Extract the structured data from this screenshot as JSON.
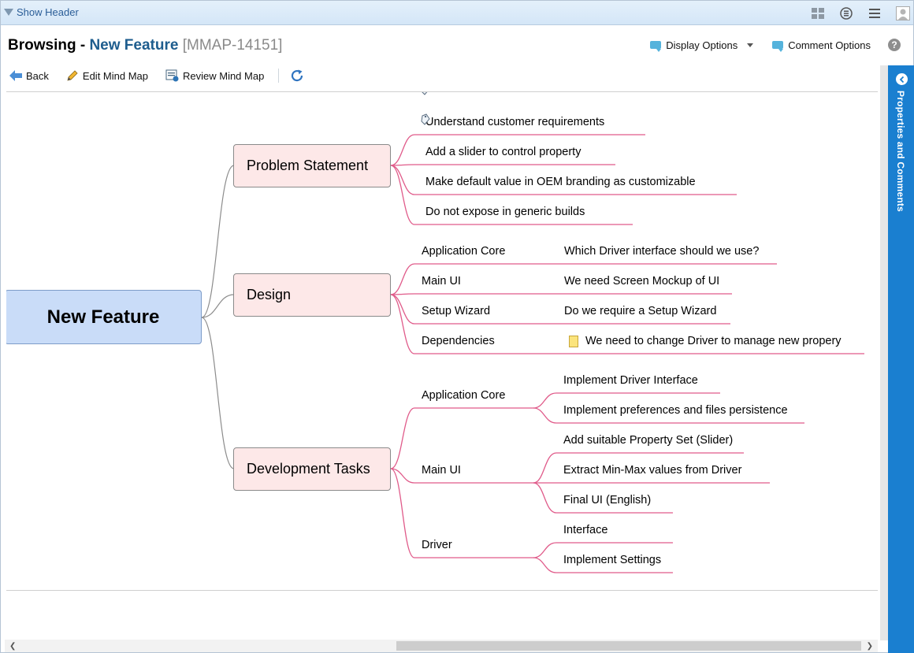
{
  "header": {
    "show_header_label": "Show Header",
    "icons": [
      "grid-icon",
      "list-circle-icon",
      "hamburger-menu-icon",
      "user-avatar-icon"
    ]
  },
  "title": {
    "prefix": "Browsing - ",
    "feature": "New Feature",
    "key": "[MMAP-14151]"
  },
  "options": {
    "display_options": "Display Options",
    "comment_options": "Comment Options",
    "help": "?"
  },
  "toolbar": {
    "back": "Back",
    "edit": "Edit Mind Map",
    "review": "Review Mind Map"
  },
  "mindmap": {
    "root": "New Feature",
    "problem_statement": {
      "label": "Problem Statement",
      "items": [
        "Understand customer requirements",
        "Add a slider to control property",
        "Make default value in OEM branding as customizable",
        "Do not expose in generic builds"
      ]
    },
    "design": {
      "label": "Design",
      "items": [
        {
          "label": "Application Core",
          "child": "Which Driver interface should we use?"
        },
        {
          "label": "Main UI",
          "child": "We need Screen Mockup of UI"
        },
        {
          "label": "Setup Wizard",
          "child": "Do we require a Setup Wizard"
        },
        {
          "label": "Dependencies",
          "child": "We need to change Driver to manage new propery"
        }
      ]
    },
    "dev_tasks": {
      "label": "Development Tasks",
      "groups": [
        {
          "label": "Application Core",
          "children": [
            "Implement Driver Interface",
            "Implement preferences and files persistence"
          ]
        },
        {
          "label": "Main UI",
          "children": [
            "Add suitable Property Set (Slider)",
            "Extract Min-Max values from Driver",
            "Final UI (English)"
          ]
        },
        {
          "label": "Driver",
          "children": [
            "Interface",
            "Implement Settings"
          ]
        }
      ]
    }
  },
  "side_panel": {
    "label": "Properties and Comments"
  },
  "colors": {
    "header_bg": "#d4e6f7",
    "title_feature": "#1e5d8e",
    "root_fill": "#c9dcf8",
    "node_fill": "#fde8e8",
    "branch_line": "#e05b8a",
    "panel_blue": "#1a7fd0"
  }
}
